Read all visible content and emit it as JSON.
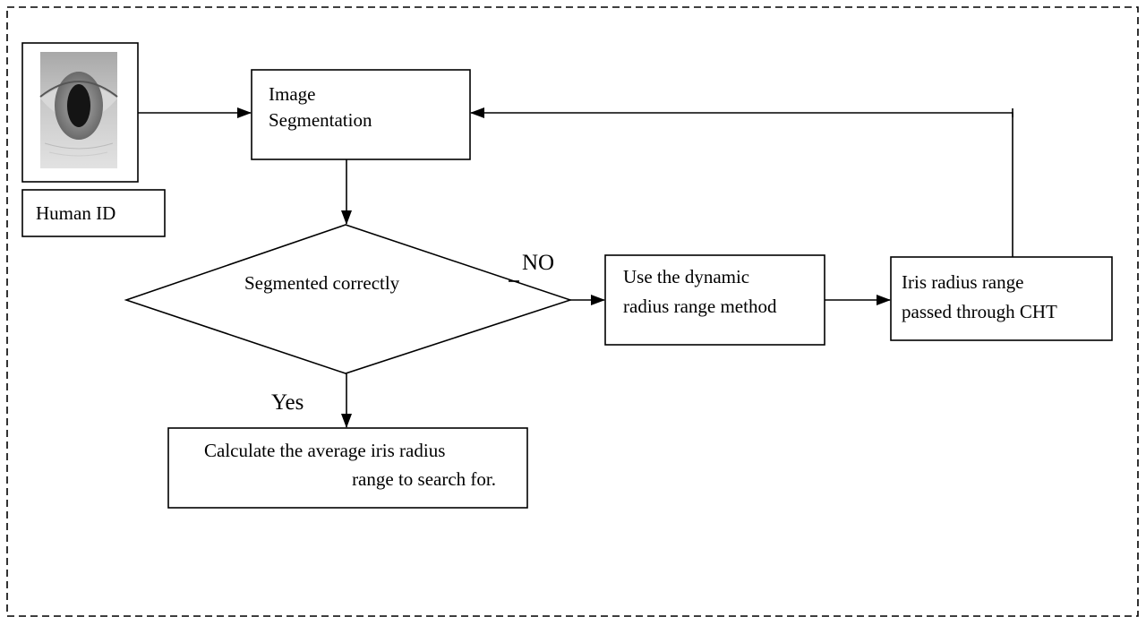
{
  "nodes": {
    "image_segmentation": {
      "line1": "Image",
      "line2": "Segmentation"
    },
    "human_id": {
      "label": "Human ID"
    },
    "decision": {
      "label": "Segmented correctly"
    },
    "dynamic_range": {
      "line1": "Use the dynamic",
      "line2": "radius range method"
    },
    "iris_range_cht": {
      "line1": "Iris radius range",
      "line2": "passed through CHT"
    },
    "calculate": {
      "line1": "Calculate the average iris radius",
      "line2": "range to search for."
    }
  },
  "edge_labels": {
    "no": "NO",
    "yes": "Yes"
  },
  "photo": {
    "subject": "eye-photo"
  },
  "colors": {
    "stroke": "#000000",
    "background": "#ffffff"
  }
}
